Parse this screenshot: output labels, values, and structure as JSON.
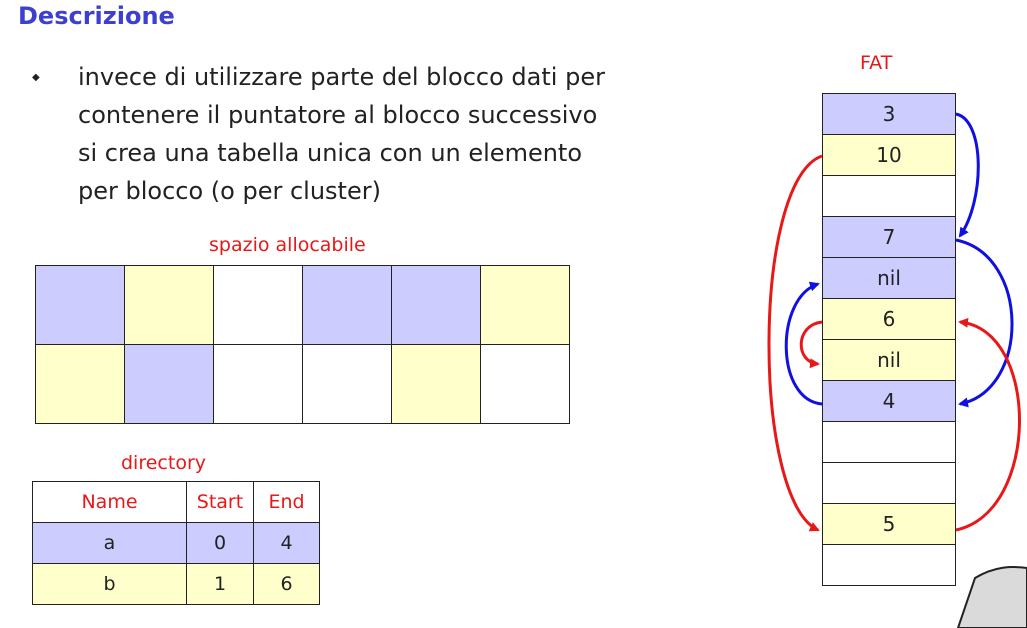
{
  "title": "Descrizione",
  "description_lines": [
    "invece di utilizzare parte del blocco dati per",
    "contenere il puntatore al blocco successivo",
    "si crea una tabella unica  con un elemento",
    "per blocco (o per cluster)"
  ],
  "alloc_label": "spazio allocabile",
  "alloc_cells": [
    [
      "blue",
      "yellow",
      "white",
      "blue",
      "blue",
      "yellow"
    ],
    [
      "yellow",
      "blue",
      "white",
      "white",
      "yellow",
      "white"
    ]
  ],
  "directory": {
    "label": "directory",
    "headers": [
      "Name",
      "Start",
      "End"
    ],
    "rows": [
      {
        "name": "a",
        "start": "0",
        "end": "4",
        "color": "blue"
      },
      {
        "name": "b",
        "start": "1",
        "end": "6",
        "color": "yellow"
      }
    ]
  },
  "fat": {
    "label": "FAT",
    "entries": [
      {
        "value": "3",
        "color": "blue"
      },
      {
        "value": "10",
        "color": "yellow"
      },
      {
        "value": "",
        "color": "white"
      },
      {
        "value": "7",
        "color": "blue"
      },
      {
        "value": "nil",
        "color": "blue"
      },
      {
        "value": "6",
        "color": "yellow"
      },
      {
        "value": "nil",
        "color": "yellow"
      },
      {
        "value": "4",
        "color": "blue"
      },
      {
        "value": "",
        "color": "white"
      },
      {
        "value": "",
        "color": "white"
      },
      {
        "value": "5",
        "color": "yellow"
      },
      {
        "value": "",
        "color": "white"
      }
    ]
  },
  "colors": {
    "title": "#3d3fd0",
    "label_red": "#e81818",
    "file_a": "#ccccff",
    "file_b": "#ffffcc",
    "arrow_blue": "#1010e0",
    "arrow_red": "#e81818"
  }
}
